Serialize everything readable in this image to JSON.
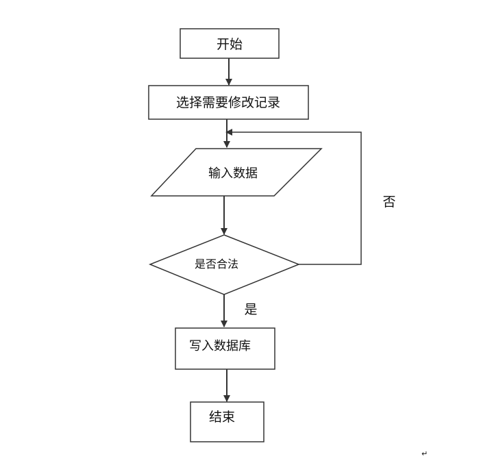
{
  "flowchart": {
    "nodes": {
      "start": {
        "label": "开始"
      },
      "select": {
        "label": "选择需要修改记录"
      },
      "input": {
        "label": "输入数据"
      },
      "decision": {
        "label": "是否合法"
      },
      "write": {
        "label": "写入数据库"
      },
      "end": {
        "label": "结束"
      }
    },
    "edges": {
      "yes_label": "是",
      "no_label": "否"
    },
    "paragraph_mark": "↵"
  }
}
